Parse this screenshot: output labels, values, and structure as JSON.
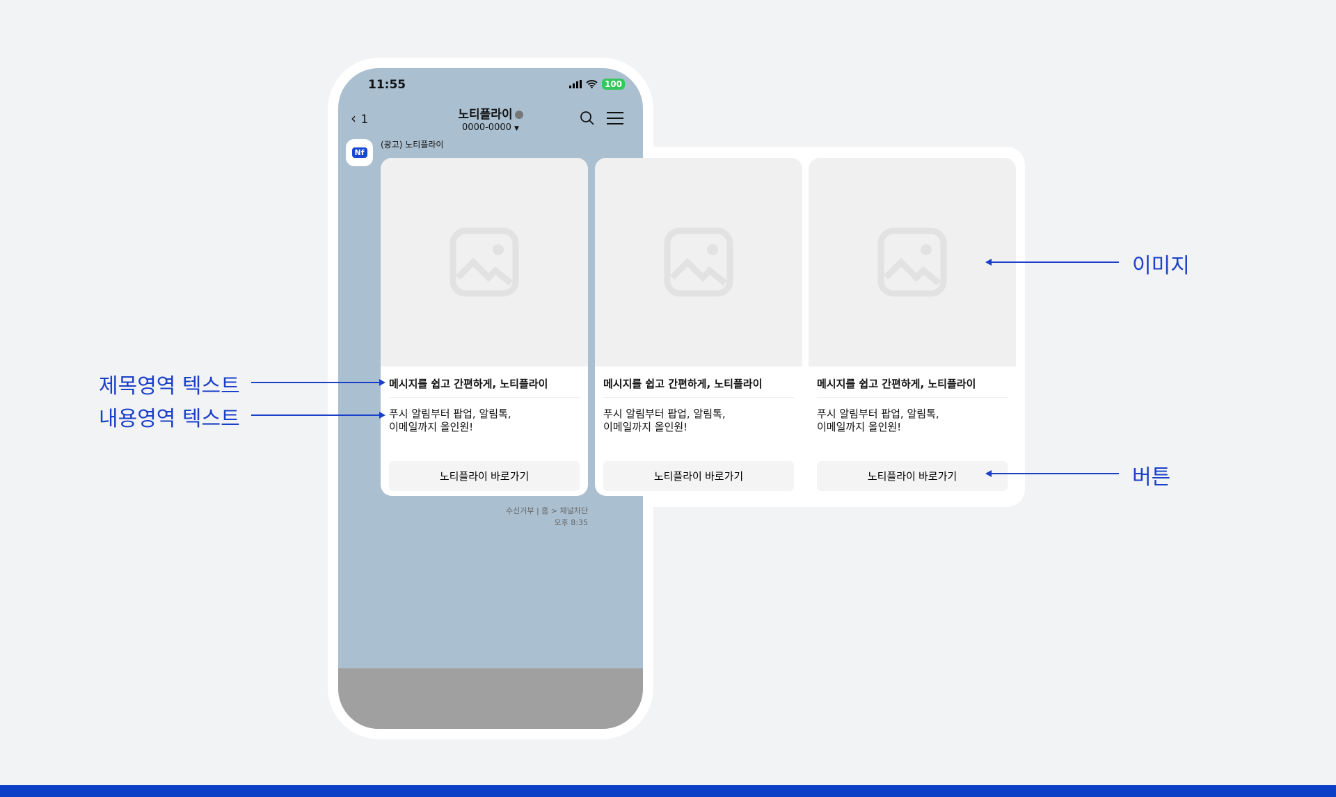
{
  "status": {
    "time": "11:55",
    "battery": "100"
  },
  "header": {
    "back_label": "1",
    "title": "노티플라이",
    "phone": "0000-0000"
  },
  "channel": {
    "logo": "Nf",
    "name": "(광고) 노티플라이"
  },
  "cards": [
    {
      "title": "메시지를 쉽고 간편하게, 노티플라이",
      "body": "푸시 알림부터 팝업, 알림톡,\n이메일까지 올인원!",
      "button": "노티플라이 바로가기"
    },
    {
      "title": "메시지를 쉽고 간편하게, 노티플라이",
      "body": "푸시 알림부터 팝업, 알림톡,\n이메일까지 올인원!",
      "button": "노티플라이 바로가기"
    },
    {
      "title": "메시지를 쉽고 간편하게, 노티플라이",
      "body": "푸시 알림부터 팝업, 알림톡,\n이메일까지 올인원!",
      "button": "노티플라이 바로가기"
    }
  ],
  "footer": {
    "links": "수신거부 | 홈 > 채널차단",
    "time": "오후 8:35"
  },
  "annotations": {
    "title_area": "제목영역 텍스트",
    "body_area": "내용영역 텍스트",
    "image": "이미지",
    "button": "버튼"
  },
  "colors": {
    "accent": "#1a3fc8",
    "screen_bg": "#aabfd0"
  }
}
